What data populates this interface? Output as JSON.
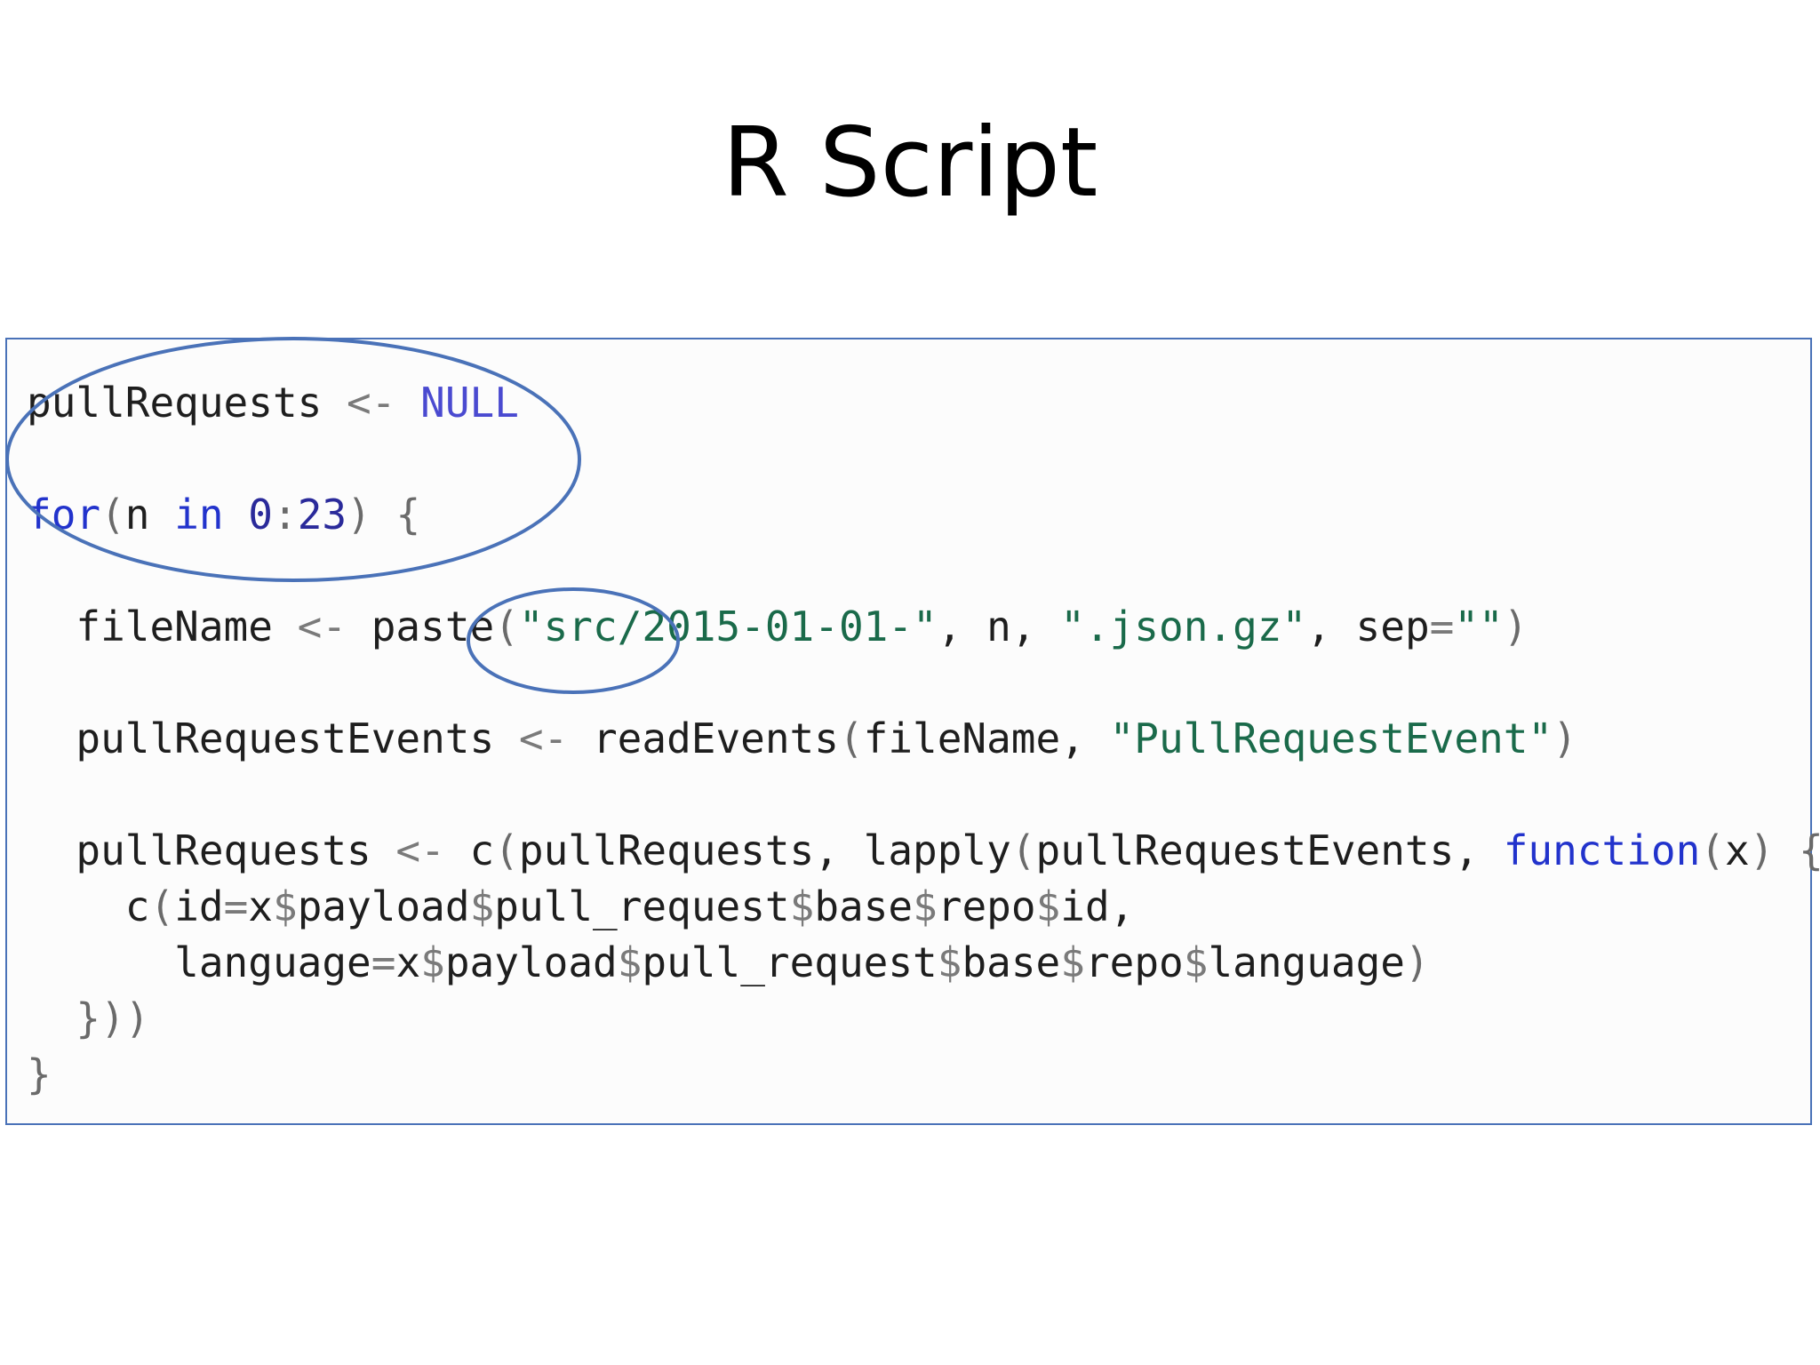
{
  "slide": {
    "title": "R Script"
  },
  "code": {
    "line1": {
      "a": "pullRequests ",
      "b": "<- ",
      "c": "NULL"
    },
    "line2": {
      "a": "for",
      "b": "(",
      "c": "n ",
      "d": "in ",
      "e": "0",
      "f": ":",
      "g": "23",
      "h": ") {"
    },
    "line3": {
      "a": "  fileName ",
      "b": "<- ",
      "c": "paste",
      "d": "(",
      "e": "\"src/2015-01-01-\"",
      "f": ", n, ",
      "g": "\".json.gz\"",
      "h": ", sep",
      "i": "=",
      "j": "\"\"",
      "k": ")"
    },
    "line4": {
      "a": "  pullRequestEvents ",
      "b": "<- ",
      "c": "readEvents",
      "d": "(",
      "e": "fileName, ",
      "f": "\"PullRequestEvent\"",
      "g": ")"
    },
    "line5": {
      "a": "  pullRequests ",
      "b": "<- ",
      "c": "c",
      "d": "(",
      "e": "pullRequests, lapply",
      "f": "(",
      "g": "pullRequestEvents, ",
      "h": "function",
      "i": "(",
      "j": "x",
      "k": ") {"
    },
    "line6": {
      "a": "    c",
      "b": "(",
      "c": "id",
      "d": "=",
      "e": "x",
      "f": "$",
      "g": "payload",
      "h": "$",
      "i": "pull_request",
      "j": "$",
      "k": "base",
      "l": "$",
      "m": "repo",
      "n": "$",
      "o": "id,"
    },
    "line7": {
      "a": "      language",
      "b": "=",
      "c": "x",
      "d": "$",
      "e": "payload",
      "f": "$",
      "g": "pull_request",
      "h": "$",
      "i": "base",
      "j": "$",
      "k": "repo",
      "l": "$",
      "m": "language",
      "n": ")"
    },
    "line8": {
      "a": "  }))"
    },
    "line9": {
      "a": "}"
    }
  },
  "colors": {
    "box_border": "#4a72b8",
    "annotation_ellipse": "#4a72b8",
    "keyword": "#2233cc",
    "string": "#1a6a4a",
    "constant": "#4a4ad0"
  }
}
